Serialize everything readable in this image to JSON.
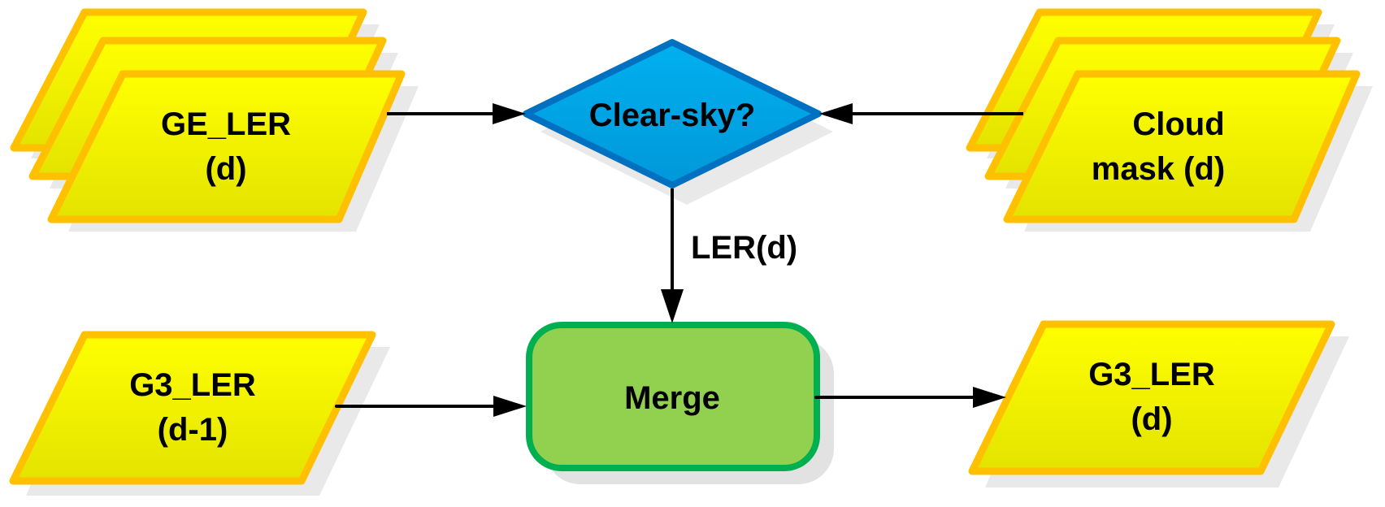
{
  "colors": {
    "data_fill_top": "#FFFF00",
    "data_fill_bottom": "#E3E300",
    "data_stroke": "#FFC000",
    "decision_fill_top": "#00B0F0",
    "decision_fill_bottom": "#0098D8",
    "decision_stroke": "#0070C0",
    "process_fill": "#92D050",
    "process_stroke": "#00B050",
    "shadow": "#E6E6E6",
    "connector": "#000000"
  },
  "nodes": {
    "ge_ler": {
      "type": "data-stack",
      "lines": [
        "GE_LER",
        "(d)"
      ]
    },
    "cloud_mask": {
      "type": "data-stack",
      "lines": [
        "Cloud",
        "mask (d)"
      ]
    },
    "clear_sky": {
      "type": "decision",
      "lines": [
        "Clear-sky?"
      ]
    },
    "merge": {
      "type": "process",
      "lines": [
        "Merge"
      ]
    },
    "g3_ler_prev": {
      "type": "data",
      "lines": [
        "G3_LER",
        "(d-1)"
      ]
    },
    "g3_ler_out": {
      "type": "data",
      "lines": [
        "G3_LER",
        "(d)"
      ]
    }
  },
  "edges": [
    {
      "from": "ge_ler",
      "to": "clear_sky",
      "label": ""
    },
    {
      "from": "cloud_mask",
      "to": "clear_sky",
      "label": ""
    },
    {
      "from": "clear_sky",
      "to": "merge",
      "label": "LER(d)"
    },
    {
      "from": "g3_ler_prev",
      "to": "merge",
      "label": ""
    },
    {
      "from": "merge",
      "to": "g3_ler_out",
      "label": ""
    }
  ]
}
